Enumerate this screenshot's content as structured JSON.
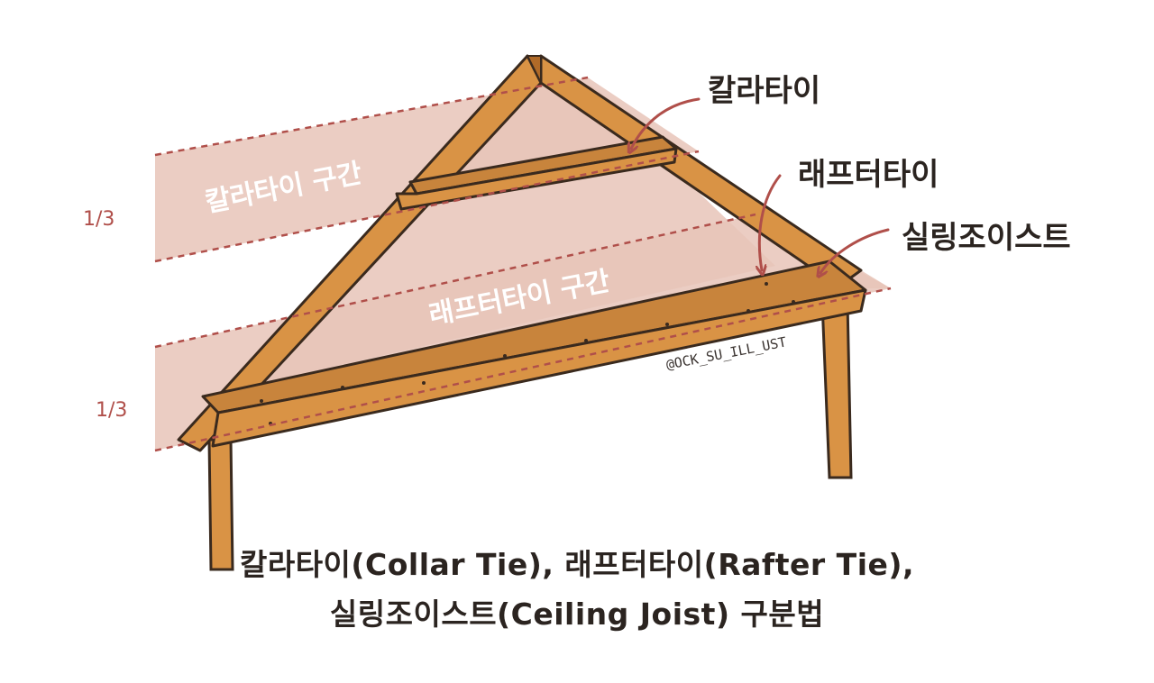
{
  "labels": {
    "collar_tie": "칼라타이",
    "rafter_tie": "래프터타이",
    "ceiling_joist": "실링조이스트",
    "collar_zone": "칼라타이 구간",
    "rafter_zone": "래프터타이 구간",
    "fraction_top": "1/3",
    "fraction_bottom": "1/3",
    "watermark": "@OCK_SU_ILL_UST"
  },
  "caption": {
    "line1": "칼라타이(Collar Tie), 래프터타이(Rafter Tie),",
    "line2": "실링조이스트(Ceiling Joist) 구분법"
  },
  "colors": {
    "zone_fill": "#e8c4b8",
    "wood": "#d99345",
    "wood_dark": "#b06a28",
    "outline": "#3a2a1e",
    "arrow": "#b04f4a",
    "dash": "#b04f4a"
  }
}
